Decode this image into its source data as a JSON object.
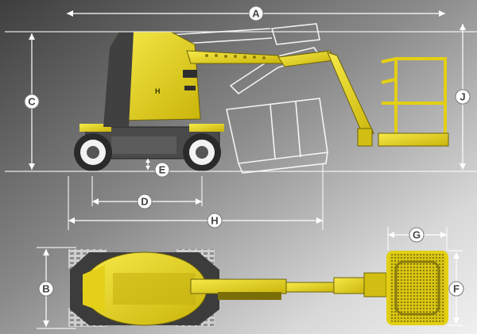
{
  "dimension_labels": {
    "A": "A",
    "B": "B",
    "C": "C",
    "D": "D",
    "E": "E",
    "F": "F",
    "G": "G",
    "H": "H",
    "J": "J"
  },
  "colors": {
    "machine_yellow": "#e8d51a",
    "machine_dark": "#3c3c3c",
    "dimension_line": "#ffffff",
    "label_circle": "#ffffff",
    "background_light": "#e6e6e6",
    "background_dark": "#4a4a4a"
  }
}
